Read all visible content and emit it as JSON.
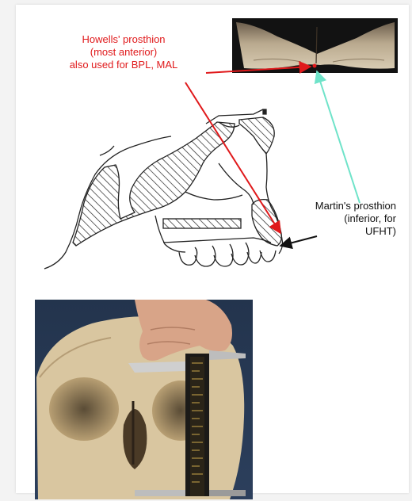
{
  "annotations": {
    "howells": {
      "line1": "Howells' prosthion",
      "line2": "(most anterior)",
      "line3": "also used for BPL, MAL"
    },
    "martin": {
      "line1": "Martin's prosthion",
      "line2": "(inferior, for",
      "line3": "UFHT)"
    }
  },
  "colors": {
    "red_arrow": "#e0191b",
    "cyan_arrow": "#6fe3c9",
    "black_arrow": "#111111",
    "hatch": "#222222"
  },
  "icons": [
    "red-arrow",
    "cyan-arrow",
    "black-arrow"
  ]
}
